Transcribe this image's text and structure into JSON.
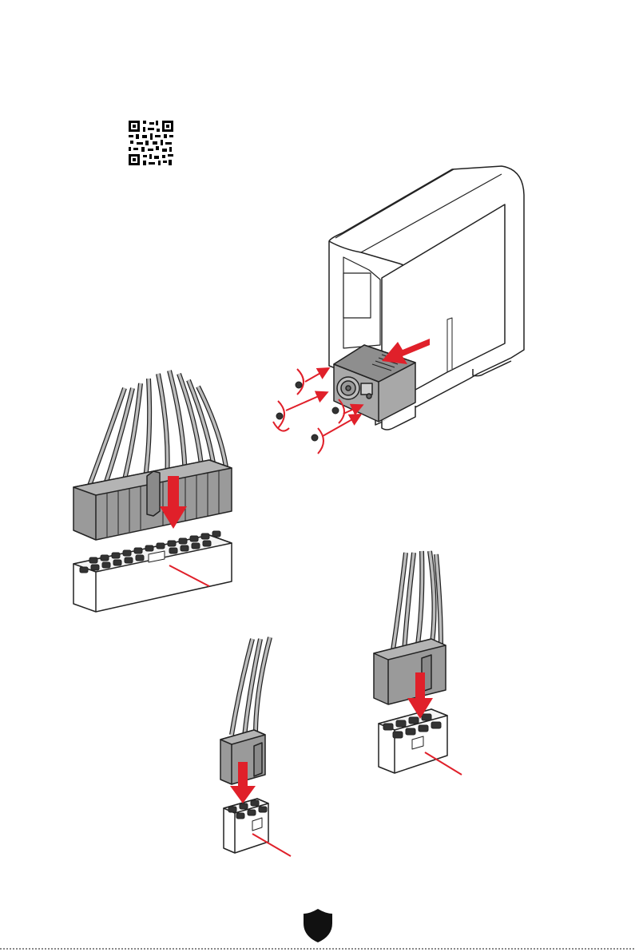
{
  "page": {
    "qr_code": "qr-code",
    "brand_mark": "shield-logo",
    "accent_color": "#e0202a",
    "outline_color": "#222222",
    "connector_fill": "#9a9a9a"
  },
  "figures": {
    "case_install": "case-psu-install-illustration",
    "atx_24pin": "atx-24pin-power-connector-illustration",
    "cpu_8pin": "8pin-power-connector-illustration",
    "pcie_6pin": "6pin-power-connector-illustration"
  }
}
